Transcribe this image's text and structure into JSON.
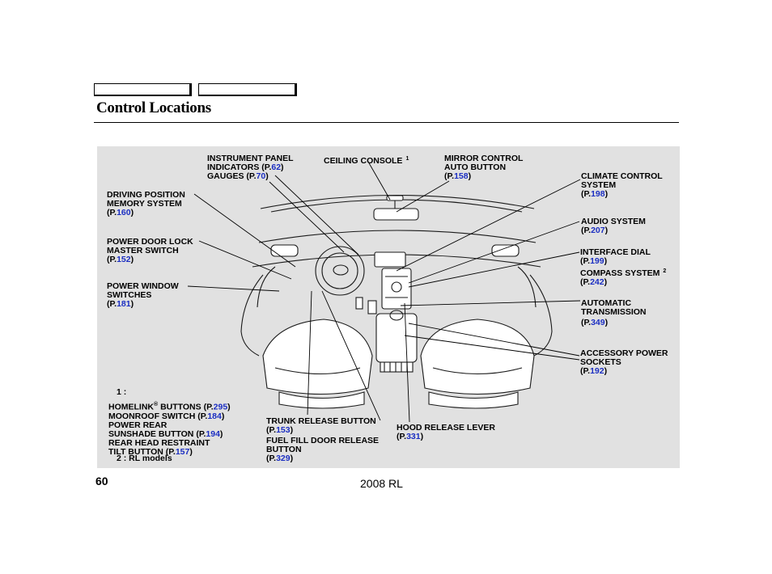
{
  "title": "Control Locations",
  "page_number": "60",
  "footer": "2008  RL",
  "labels": {
    "instrument_panel": {
      "l1": "INSTRUMENT PANEL",
      "l2": "INDICATORS",
      "p1": "62",
      "l3": "GAUGES",
      "p2": "70"
    },
    "ceiling_console": {
      "l1": "CEILING CONSOLE",
      "note": "1"
    },
    "mirror_control": {
      "l1": "MIRROR CONTROL",
      "l2": "AUTO BUTTON",
      "p": "158"
    },
    "climate_control": {
      "l1": "CLIMATE CONTROL",
      "l2": "SYSTEM",
      "p": "198"
    },
    "driving_position": {
      "l1": "DRIVING POSITION",
      "l2": "MEMORY SYSTEM",
      "p": "160"
    },
    "audio_system": {
      "l1": "AUDIO SYSTEM",
      "p": "207"
    },
    "power_door_lock": {
      "l1": "POWER DOOR LOCK",
      "l2": "MASTER SWITCH",
      "p": "152"
    },
    "interface_dial": {
      "l1": "INTERFACE DIAL",
      "p": "199"
    },
    "compass_system": {
      "l1": "COMPASS SYSTEM",
      "note": "2",
      "p": "242"
    },
    "power_window": {
      "l1": "POWER WINDOW",
      "l2": "SWITCHES",
      "p": "181"
    },
    "automatic_transmission": {
      "l1": "AUTOMATIC",
      "l2": "TRANSMISSION",
      "p": "349"
    },
    "accessory_power": {
      "l1": "ACCESSORY POWER",
      "l2": "SOCKETS",
      "p": "192"
    },
    "footnote1": {
      "marker": "1 :",
      "homelink": "HOMELINK",
      "homelink_reg": "®",
      "homelink_rest": " BUTTONS",
      "homelink_p": "295",
      "moonroof": "MOONROOF SWITCH",
      "moonroof_p": "184",
      "power_rear": "POWER REAR",
      "sunshade": "SUNSHADE BUTTON",
      "sunshade_p": "194",
      "rear_head": "REAR HEAD RESTRAINT",
      "tilt": "TILT BUTTON",
      "tilt_p": "157"
    },
    "footnote2": "2 :  RL models",
    "trunk_release": {
      "l1": "TRUNK RELEASE BUTTON",
      "p": "153"
    },
    "fuel_fill": {
      "l1": "FUEL FILL DOOR RELEASE",
      "l2": "BUTTON",
      "p": "329"
    },
    "hood_release": {
      "l1": "HOOD RELEASE LEVER",
      "p": "331"
    }
  }
}
